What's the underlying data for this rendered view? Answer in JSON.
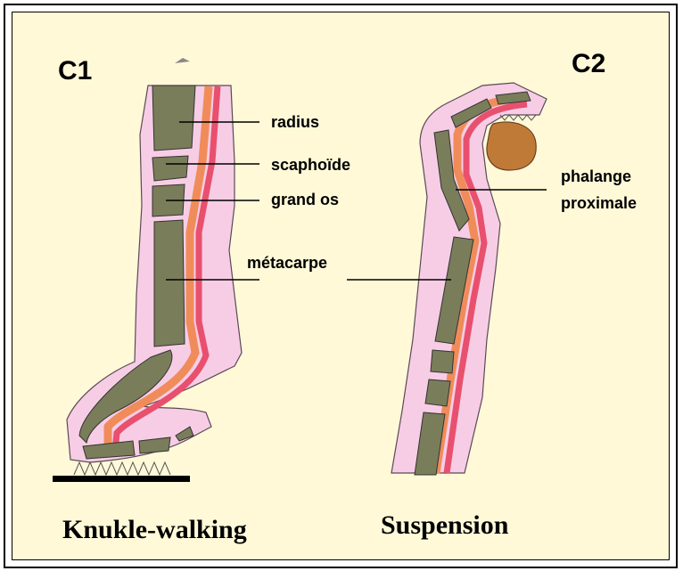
{
  "panels": {
    "left": {
      "id": "C1",
      "caption": "Knukle-walking",
      "labels": {
        "radius": "radius",
        "scaphoid": "scaphoïde",
        "capitate": "grand os",
        "metacarpal": "métacarpe"
      }
    },
    "right": {
      "id": "C2",
      "caption": "Suspension",
      "labels": {
        "phalanx_line1": "phalange",
        "phalanx_line2": "proximale"
      }
    }
  },
  "colors": {
    "background": "#fff9d8",
    "skin": "#f7cde6",
    "bone": "#7a7d5a",
    "tendon_red": "#e8506e",
    "tendon_orange": "#f08c5a",
    "object": "#c07a38"
  }
}
